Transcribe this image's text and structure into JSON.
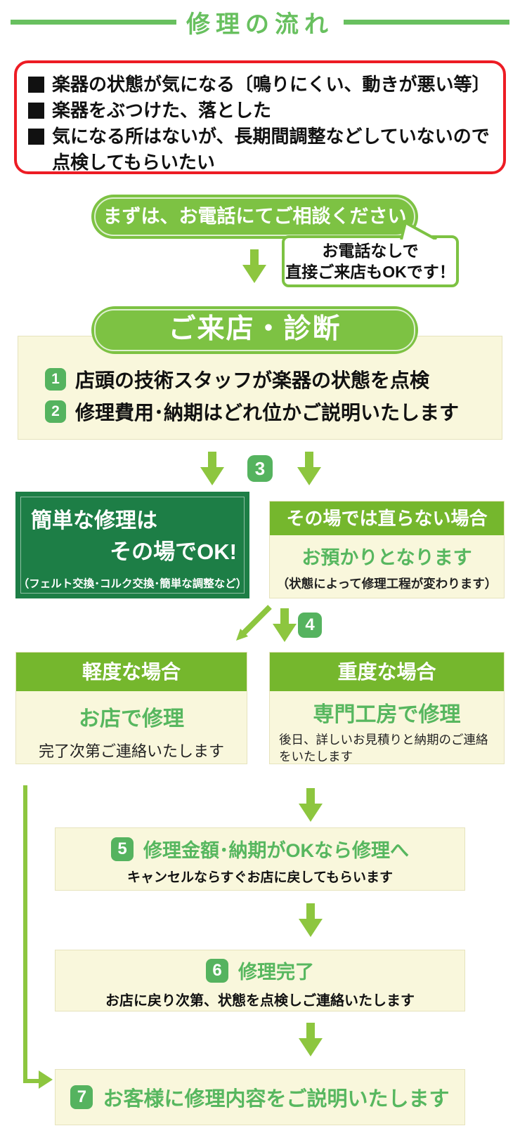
{
  "title": "修理の流れ",
  "intro": {
    "items": [
      "楽器の状態が気になる〔鳴りにくい、動きが悪い等〕",
      "楽器をぶつけた、落とした",
      "気になる所はないが、長期間調整などしていないので点検してもらいたい"
    ]
  },
  "phone": {
    "label": "まずは、お電話にてご相談ください"
  },
  "bubble": {
    "line1": "お電話なしで",
    "line2": "直接ご来店もOKです！"
  },
  "visit": {
    "title": "ご来店・診断",
    "steps": [
      {
        "num": "1",
        "text": "店頭の技術スタッフが楽器の状態を点検"
      },
      {
        "num": "2",
        "text": "修理費用･納期はどれ位かご説明いたします"
      }
    ]
  },
  "branch1": {
    "num": "3",
    "left": {
      "line1": "簡単な修理は",
      "line2": "その場でOK!",
      "note": "（フェルト交換･コルク交換･簡単な調整など）"
    },
    "right": {
      "header": "その場では直らない場合",
      "main": "お預かりとなります",
      "note": "（状態によって修理工程が変わります）"
    }
  },
  "branch2": {
    "num": "4",
    "left": {
      "header": "軽度な場合",
      "main": "お店で修理",
      "note": "完了次第ご連絡いたします"
    },
    "right": {
      "header": "重度な場合",
      "main": "専門工房で修理",
      "note": "後日、詳しいお見積りと納期のご連絡をいたします"
    }
  },
  "step5": {
    "num": "5",
    "title": "修理金額･納期がOKなら修理へ",
    "note": "キャンセルならすぐお店に戻してもらいます"
  },
  "step6": {
    "num": "6",
    "title": "修理完了",
    "note": "お店に戻り次第、状態を点検しご連絡いたします"
  },
  "step7": {
    "num": "7",
    "title": "お客様に修理内容をご説明いたします"
  },
  "colors": {
    "title_green": "#68c05f",
    "pill_green": "#7dc243",
    "header_green": "#75b72d",
    "arrow_green": "#8dc63f",
    "badge_green": "#55b35f",
    "text_green": "#57b75f",
    "dark_green": "#1d7e46",
    "cream": "#f9f7dc",
    "red": "#ed1c24"
  }
}
